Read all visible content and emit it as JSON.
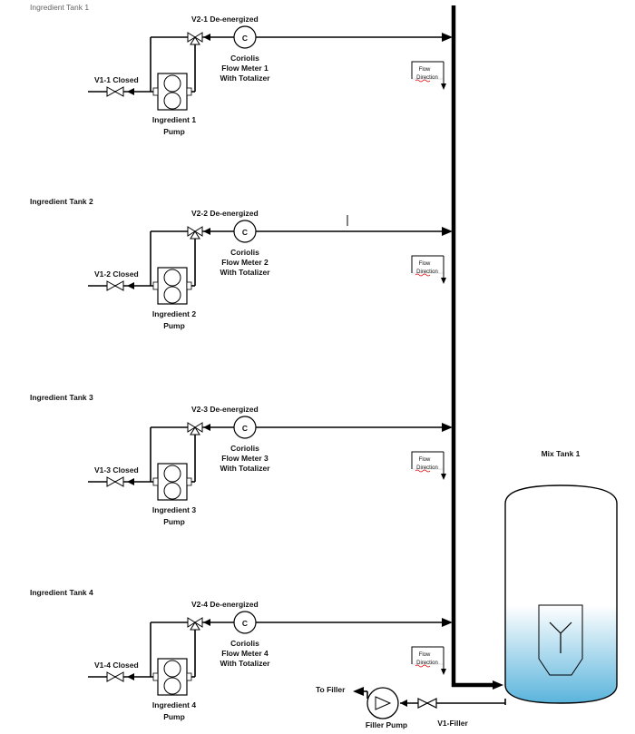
{
  "lines": [
    {
      "tank_label": "Ingredient Tank 1",
      "valve1_label": "V1-1 Closed",
      "valve2_label": "V2-1 De-energized",
      "meter_symbol": "C",
      "meter_label": [
        "Coriolis",
        "Flow Meter 1",
        "With Totalizer"
      ],
      "pump_label": [
        "Ingredient 1",
        "Pump"
      ],
      "fill_color": "#7ac8e0",
      "flow_note": [
        "Flow",
        "Direction"
      ]
    },
    {
      "tank_label": "Ingredient Tank 2",
      "valve1_label": "V1-2 Closed",
      "valve2_label": "V2-2 De-energized",
      "meter_symbol": "C",
      "meter_label": [
        "Coriolis",
        "Flow Meter 2",
        "With Totalizer"
      ],
      "pump_label": [
        "Ingredient 2",
        "Pump"
      ],
      "fill_color": "#e08a8a",
      "flow_note": [
        "Flow",
        "Direction"
      ]
    },
    {
      "tank_label": "Ingredient Tank 3",
      "valve1_label": "V1-3 Closed",
      "valve2_label": "V2-3 De-energized",
      "meter_symbol": "C",
      "meter_label": [
        "Coriolis",
        "Flow Meter 3",
        "With Totalizer"
      ],
      "pump_label": [
        "Ingredient 3",
        "Pump"
      ],
      "fill_color": "#b5d49a",
      "flow_note": [
        "Flow",
        "Direction"
      ]
    },
    {
      "tank_label": "Ingredient Tank 4",
      "valve1_label": "V1-4 Closed",
      "valve2_label": "V2-4 De-energized",
      "meter_symbol": "C",
      "meter_label": [
        "Coriolis",
        "Flow Meter 4",
        "With Totalizer"
      ],
      "pump_label": [
        "Ingredient 4",
        "Pump"
      ],
      "fill_color": "#7fa05c",
      "flow_note": [
        "Flow",
        "Direction"
      ]
    }
  ],
  "mix_tank": {
    "label": "Mix Tank 1",
    "fill_color": "#5ab4dc"
  },
  "filler": {
    "to_filler_label": "To Filler",
    "pump_label": "Filler Pump",
    "valve_label": "V1-Filler"
  }
}
